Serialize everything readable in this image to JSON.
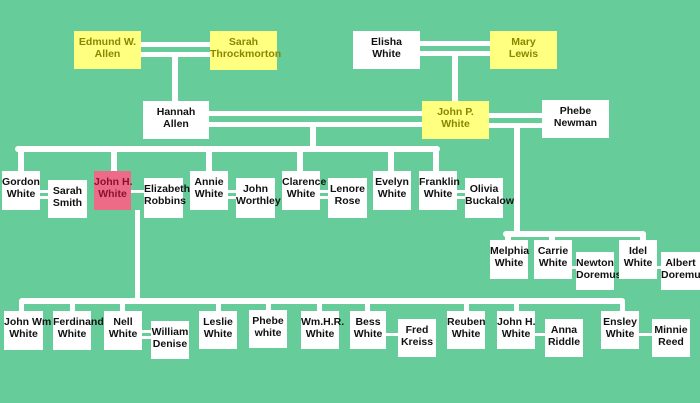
{
  "colors": {
    "background": "#66cc99",
    "box": "#ffffff",
    "ancestor": "#ffff80",
    "highlight": "#ee6b88"
  },
  "grandparents": {
    "edmund": [
      "Edmund W.",
      "Allen"
    ],
    "sarah_t": [
      "Sarah",
      "Throckmorton"
    ],
    "elisha": [
      "Elisha",
      "White"
    ],
    "mary": [
      "Mary",
      "Lewis"
    ]
  },
  "parents": {
    "hannah": [
      "Hannah",
      "Allen"
    ],
    "john_p": [
      "John P.",
      "White"
    ],
    "phebe_n": [
      "Phebe",
      "Newman"
    ]
  },
  "children": {
    "gordon": [
      "Gordon",
      "White"
    ],
    "sarah_s": [
      "Sarah",
      "Smith"
    ],
    "john_h": [
      "John H.",
      "White"
    ],
    "elizabeth": [
      "Elizabeth",
      "Robbins"
    ],
    "annie": [
      "Annie",
      "White"
    ],
    "john_w": [
      "John",
      "Worthley"
    ],
    "clarence": [
      "Clarence",
      "White"
    ],
    "lenore": [
      "Lenore",
      "Rose"
    ],
    "evelyn": [
      "Evelyn",
      "White"
    ],
    "franklin": [
      "Franklin",
      "White"
    ],
    "olivia": [
      "Olivia",
      "Buckalow"
    ],
    "melphia": [
      "Melphia",
      "White"
    ],
    "carrie": [
      "Carrie",
      "White"
    ],
    "newton": [
      "Newton",
      "Doremus"
    ],
    "idel": [
      "Idel",
      "White"
    ],
    "albert": [
      "Albert",
      "Doremus"
    ]
  },
  "grandchildren": {
    "john_wm": [
      "John Wm",
      "White"
    ],
    "ferdinand": [
      "Ferdinand",
      "White"
    ],
    "nell": [
      "Nell",
      "White"
    ],
    "william": [
      "William",
      "Denise"
    ],
    "leslie": [
      "Leslie",
      "White"
    ],
    "phebe_w": [
      "Phebe",
      "white"
    ],
    "wmhr": [
      "Wm.H.R.",
      "White"
    ],
    "bess": [
      "Bess",
      "White"
    ],
    "fred": [
      "Fred",
      "Kreiss"
    ],
    "reuben": [
      "Reuben",
      "White"
    ],
    "john_h2": [
      "John H.",
      "White"
    ],
    "anna": [
      "Anna",
      "Riddle"
    ],
    "ensley": [
      "Ensley",
      "White"
    ],
    "minnie": [
      "Minnie",
      "Reed"
    ]
  }
}
